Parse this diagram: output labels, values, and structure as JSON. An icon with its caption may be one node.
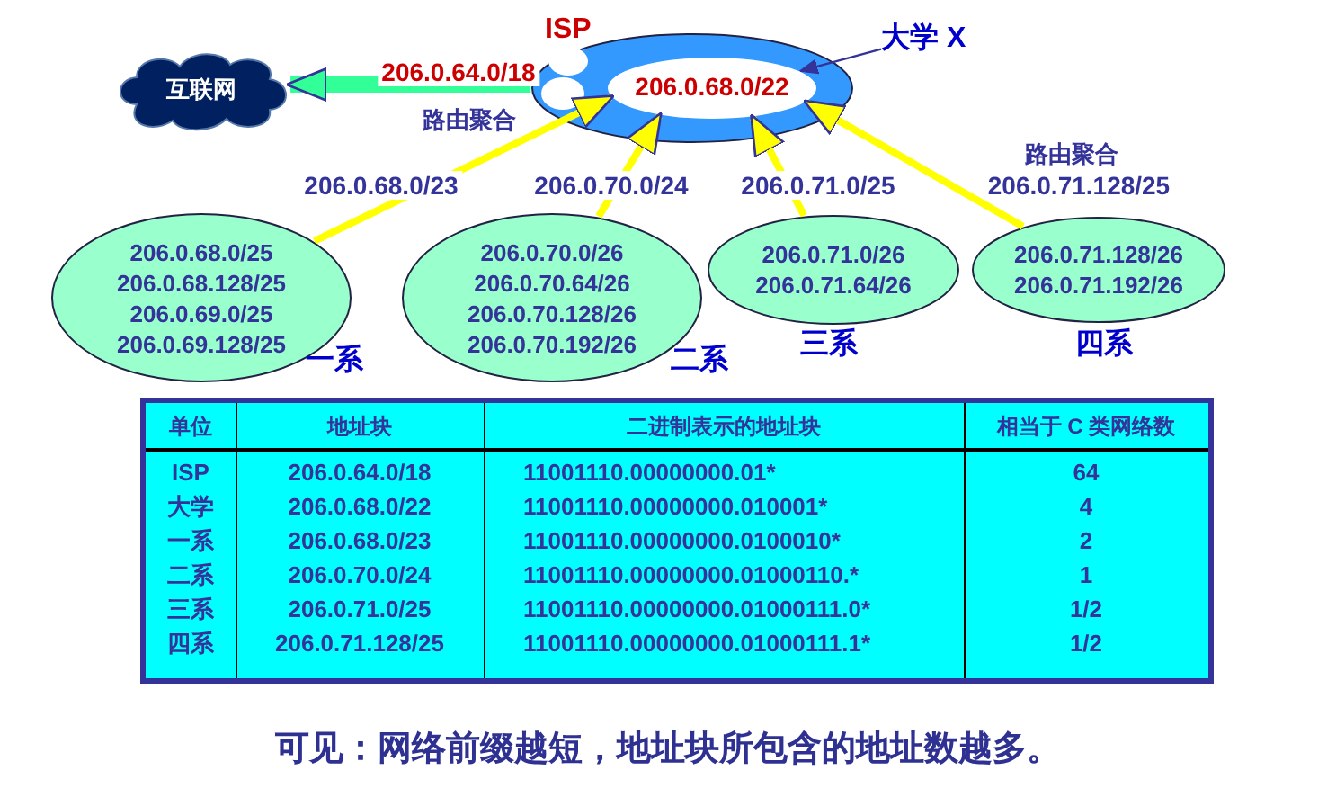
{
  "diagram": {
    "caption": "可见：网络前缀越短，地址块所包含的地址数越多。",
    "nodes": [
      {
        "text": [
          "互联网"
        ]
      },
      {
        "text": [
          "ISP"
        ]
      },
      {
        "text": [
          "206.0.68.0/22"
        ],
        "in": 1
      },
      {
        "text": [
          "大学 X"
        ]
      },
      {
        "text": [
          "206.0.68.0/25",
          "206.0.68.128/25",
          "206.0.69.0/25",
          "206.0.69.128/25"
        ],
        "beside": [
          "一系"
        ]
      },
      {
        "text": [
          "206.0.70.0/26",
          "206.0.70.64/26",
          "206.0.70.128/26",
          "206.0.70.192/26"
        ],
        "beside": [
          "二系"
        ]
      },
      {
        "text": [
          "206.0.71.0/26",
          "206.0.71.64/26"
        ],
        "beside": [
          "三系"
        ]
      },
      {
        "text": [
          "206.0.71.128/26",
          "206.0.71.192/26"
        ],
        "beside": [
          "四系"
        ]
      }
    ],
    "edges": [
      {
        "from": 1,
        "to": 0,
        "arrow": "to",
        "label": "206.0.64.0/18",
        "style": "thick",
        "color": "#33ff99"
      },
      {
        "from": 3,
        "to": 2,
        "arrow": "to",
        "color": "#333399"
      },
      {
        "from": 4,
        "to": 2,
        "arrow": "to",
        "label": "206.0.68.0/23"
      },
      {
        "from": 5,
        "to": 2,
        "arrow": "to",
        "label": "206.0.70.0/24"
      },
      {
        "from": 6,
        "to": 2,
        "arrow": "to",
        "label": "206.0.71.0/25"
      },
      {
        "from": 7,
        "to": 2,
        "arrow": "to",
        "label": "206.0.71.128/25"
      }
    ],
    "labels": [
      "路由聚合",
      "路由聚合",
      "单位",
      "地址块",
      "二进制表示的地址块",
      "相当于 C 类网络数",
      "ISP",
      "206.0.64.0/18",
      "11001110.00000000.01*",
      "64",
      "大学",
      "206.0.68.0/22",
      "11001110.00000000.010001*",
      "4",
      "一系",
      "206.0.68.0/23",
      "11001110.00000000.0100010*",
      "2",
      "二系",
      "206.0.70.0/24",
      "11001110.00000000.01000110.*",
      "1",
      "三系",
      "206.0.71.0/25",
      "11001110.00000000.01000111.0*",
      "1/2",
      "四系",
      "206.0.71.128/25",
      "11001110.00000000.01000111.1*",
      "1/2"
    ]
  }
}
